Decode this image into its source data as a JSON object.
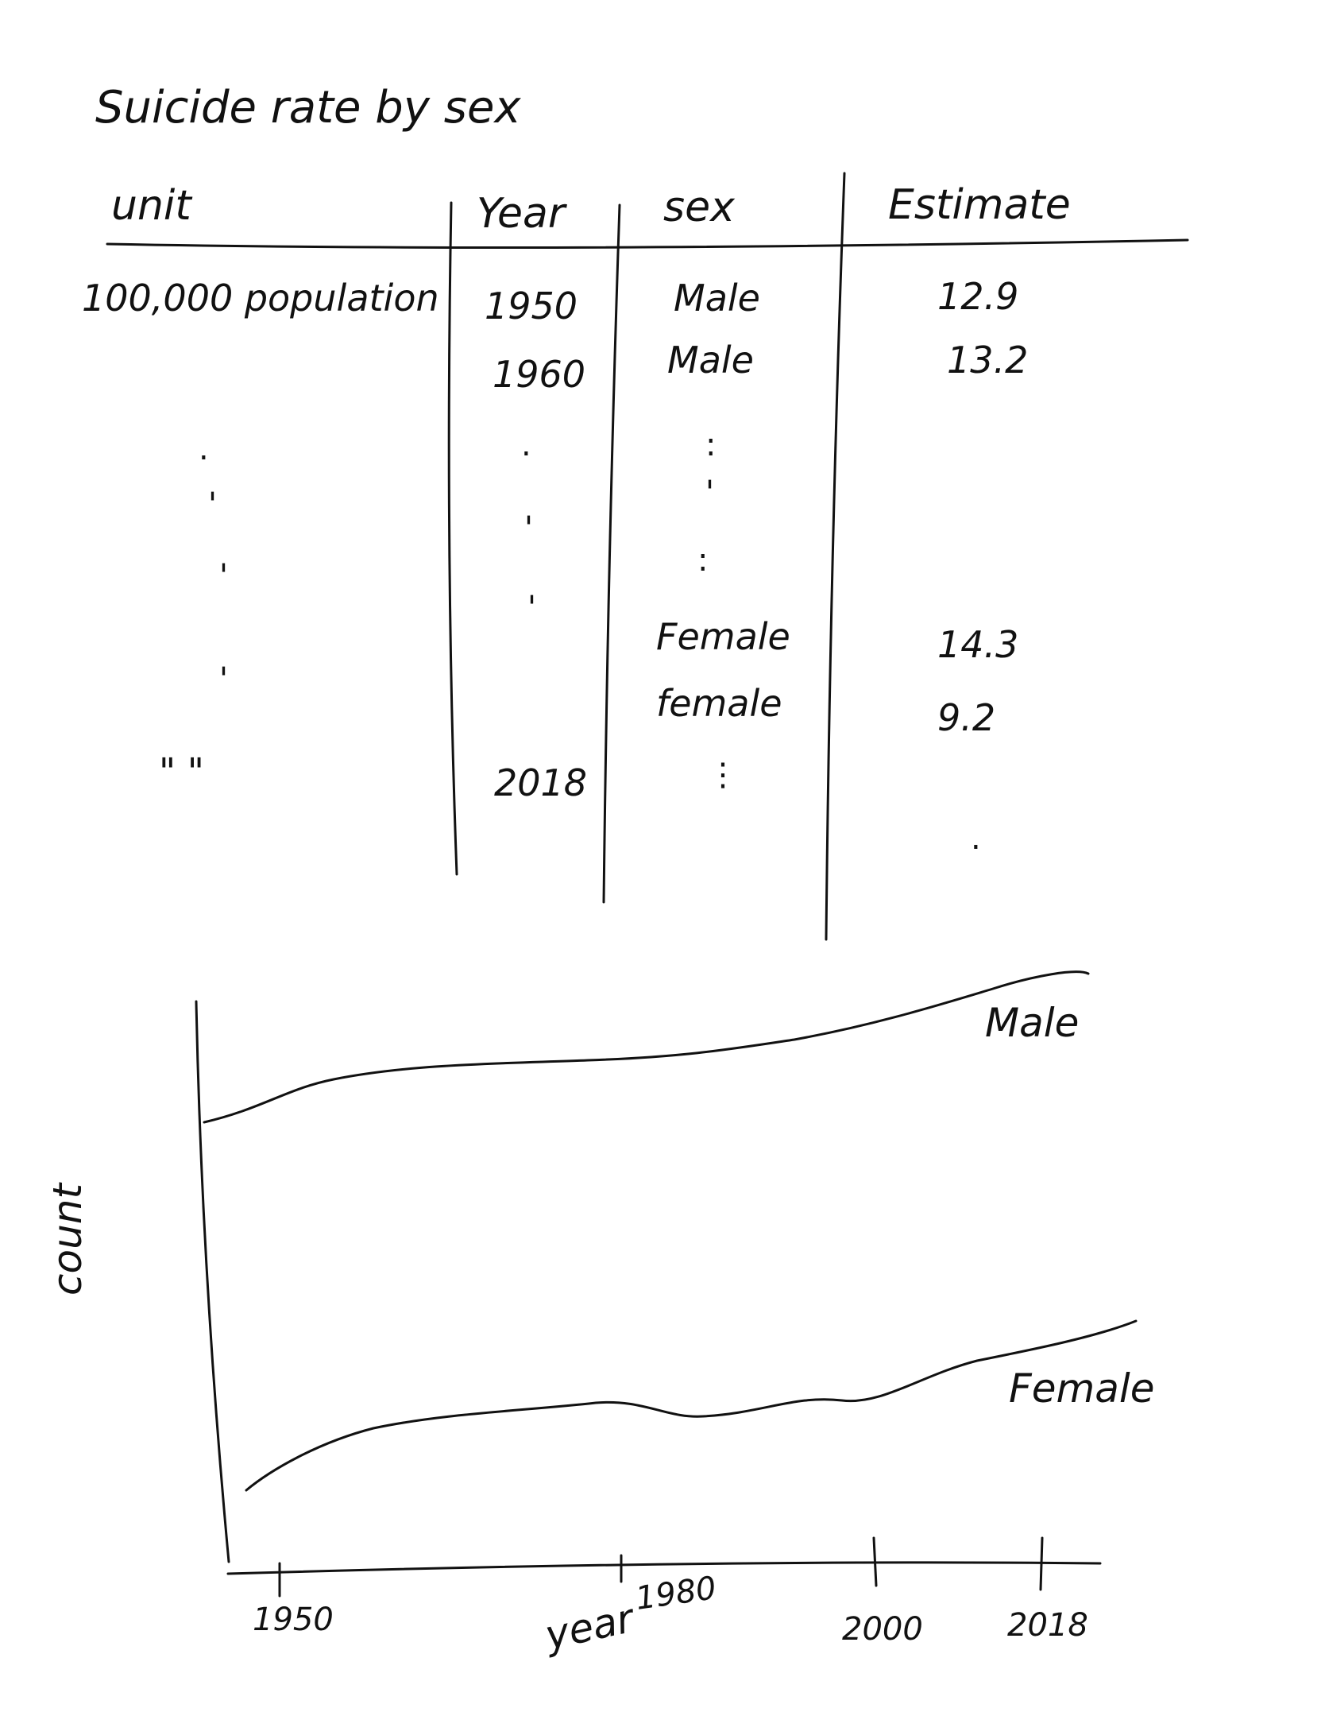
{
  "title": "Suicide rate by sex",
  "table": {
    "headers": [
      "unit",
      "Year",
      "sex",
      "Estimate"
    ],
    "rows": [
      {
        "unit": "100,000 population",
        "year": "1950",
        "sex": "Male",
        "estimate": "12.9"
      },
      {
        "unit": "",
        "year": "1960",
        "sex": "Male",
        "estimate": "13.2"
      },
      {
        "unit": "",
        "year": "",
        "sex": "Female",
        "estimate": "14.3"
      },
      {
        "unit": "",
        "year": "",
        "sex": "female",
        "estimate": "9.2"
      },
      {
        "unit": "\" \"",
        "year": "2018",
        "sex": "",
        "estimate": ""
      }
    ]
  },
  "chart_data": {
    "type": "line",
    "xlabel": "year",
    "ylabel": "count",
    "x_ticks": [
      "1950",
      "1980",
      "2000",
      "2018"
    ],
    "series": [
      {
        "name": "Male",
        "trend": "higher, rising"
      },
      {
        "name": "Female",
        "trend": "lower, rising"
      }
    ],
    "grid": false,
    "legend": "direct labels at right end of lines"
  }
}
